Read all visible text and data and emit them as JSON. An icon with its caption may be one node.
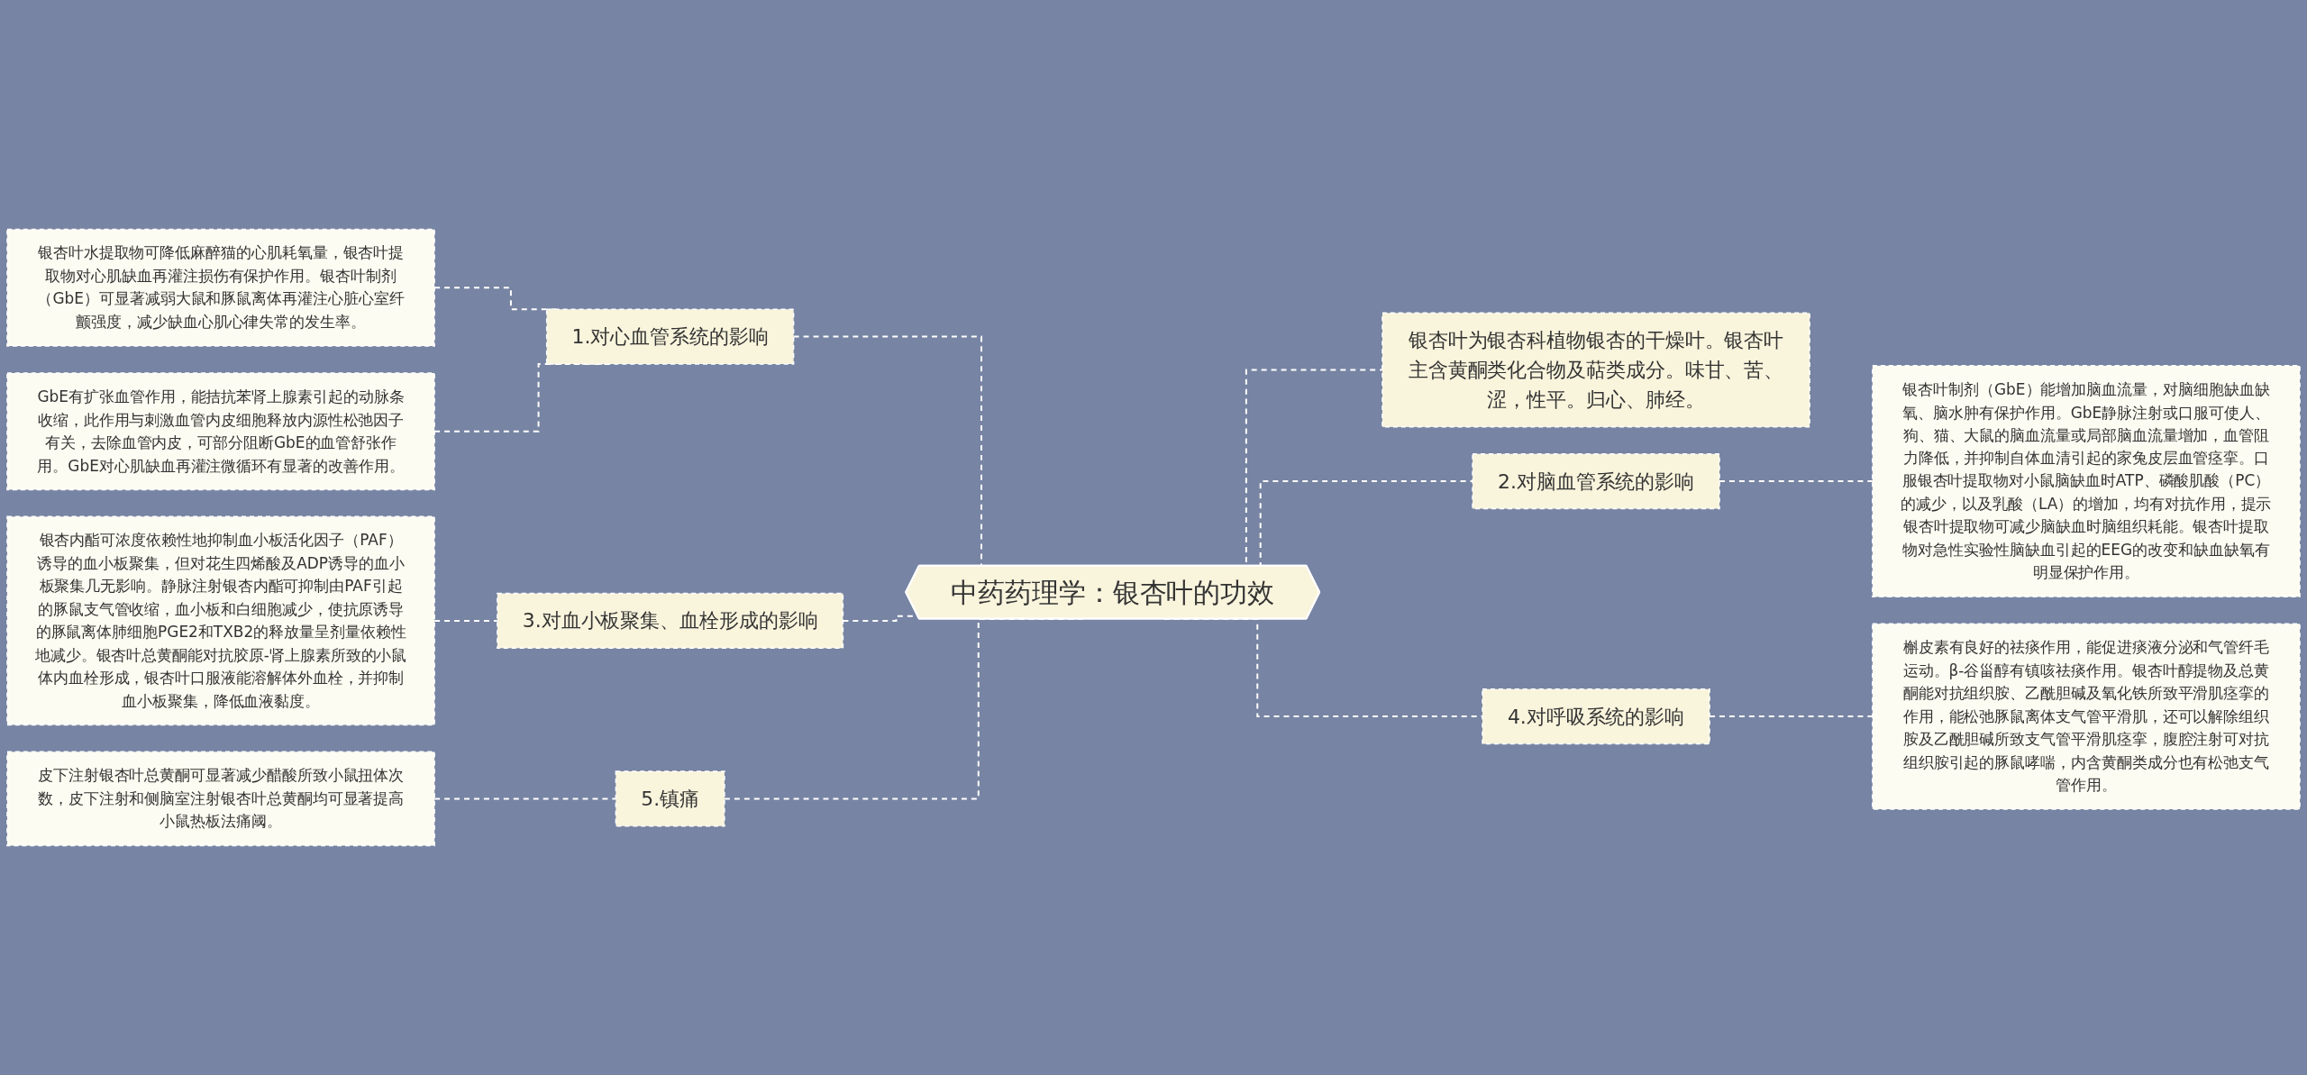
{
  "diagram": {
    "nodes": [
      {
        "text": [
          "中药药理学：银杏叶的功效"
        ]
      },
      {
        "text": [
          "1.对心血管系统的影响"
        ]
      },
      {
        "text": [
          "银杏叶水提取物可降低麻醉猫的心肌耗氧量，银杏叶提取物对心肌缺血再灌注损伤有保护作用。银杏叶制剂（GbE）可显著减弱大鼠和豚鼠离体再灌注心脏心室纤颤强度，减少缺血心肌心律失常的发生率。"
        ]
      },
      {
        "text": [
          "GbE有扩张血管作用，能拮抗苯肾上腺素引起的动脉条收缩，此作用与刺激血管内皮细胞释放内源性松弛因子有关，去除血管内皮，可部分阻断GbE的血管舒张作用。GbE对心肌缺血再灌注微循环有显著的改善作用。"
        ]
      },
      {
        "text": [
          "3.对血小板聚集、血栓形成的影响"
        ]
      },
      {
        "text": [
          "银杏内酯可浓度依赖性地抑制血小板活化因子（PAF）诱导的血小板聚集，但对花生四烯酸及ADP诱导的血小板聚集几无影响。静脉注射银杏内酯可抑制由PAF引起的豚鼠支气管收缩，血小板和白细胞减少，使抗原诱导的豚鼠离体肺细胞PGE2和TXB2的释放量呈剂量依赖性地减少。银杏叶总黄酮能对抗胶原-肾上腺素所致的小鼠体内血栓形成，银杏叶口服液能溶解体外血栓，并抑制血小板聚集，降低血液黏度。"
        ]
      },
      {
        "text": [
          "5.镇痛"
        ]
      },
      {
        "text": [
          "皮下注射银杏叶总黄酮可显著减少醋酸所致小鼠扭体次数，皮下注射和侧脑室注射银杏叶总黄酮均可显著提高小鼠热板法痛阈。"
        ]
      },
      {
        "text": [
          "银杏叶为银杏科植物银杏的干燥叶。银杏叶主含黄酮类化合物及萜类成分。味甘、苦、涩，性平。归心、肺经。"
        ]
      },
      {
        "text": [
          "2.对脑血管系统的影响"
        ]
      },
      {
        "text": [
          "银杏叶制剂（GbE）能增加脑血流量，对脑细胞缺血缺氧、脑水肿有保护作用。GbE静脉注射或口服可使人、狗、猫、大鼠的脑血流量或局部脑血流量增加，血管阻力降低，并抑制自体血清引起的家兔皮层血管痉挛。口服银杏叶提取物对小鼠脑缺血时ATP、磷酸肌酸（PC）的减少，以及乳酸（LA）的增加，均有对抗作用，提示银杏叶提取物可减少脑缺血时脑组织耗能。银杏叶提取物对急性实验性脑缺血引起的EEG的改变和缺血缺氧有明显保护作用。"
        ]
      },
      {
        "text": [
          "4.对呼吸系统的影响"
        ]
      },
      {
        "text": [
          "槲皮素有良好的祛痰作用，能促进痰液分泌和气管纤毛运动。β-谷甾醇有镇咳祛痰作用。银杏叶醇提物及总黄酮能对抗组织胺、乙酰胆碱及氧化铁所致平滑肌痉挛的作用，能松弛豚鼠离体支气管平滑肌，还可以解除组织胺及乙酰胆碱所致支气管平滑肌痉挛，腹腔注射可对抗组织胺引起的豚鼠哮喘，内含黄酮类成分也有松弛支气管作用。"
        ]
      }
    ],
    "edges": [
      {
        "from": 2,
        "to": 1,
        "arrow": "none",
        "style": "dashed"
      },
      {
        "from": 3,
        "to": 1,
        "arrow": "none",
        "style": "dashed"
      },
      {
        "from": 1,
        "to": 0,
        "arrow": "none",
        "style": "dashed"
      },
      {
        "from": 5,
        "to": 4,
        "arrow": "none",
        "style": "dashed"
      },
      {
        "from": 4,
        "to": 0,
        "arrow": "none",
        "style": "dashed"
      },
      {
        "from": 7,
        "to": 6,
        "arrow": "none",
        "style": "dashed"
      },
      {
        "from": 6,
        "to": 0,
        "arrow": "none",
        "style": "dashed"
      },
      {
        "from": 0,
        "to": 8,
        "arrow": "none",
        "style": "dashed"
      },
      {
        "from": 0,
        "to": 9,
        "arrow": "none",
        "style": "dashed"
      },
      {
        "from": 9,
        "to": 10,
        "arrow": "none",
        "style": "dashed"
      },
      {
        "from": 0,
        "to": 11,
        "arrow": "none",
        "style": "dashed"
      },
      {
        "from": 11,
        "to": 12,
        "arrow": "none",
        "style": "dashed"
      }
    ]
  }
}
